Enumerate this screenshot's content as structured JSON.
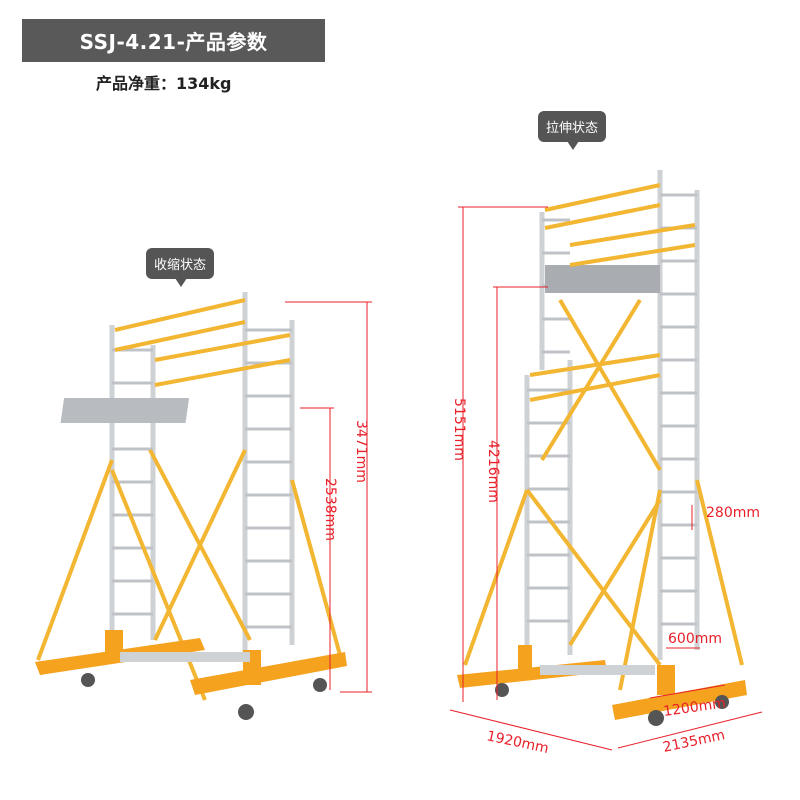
{
  "header": {
    "title": "SSJ-4.21-产品参数",
    "weight": "产品净重：134kg"
  },
  "states": {
    "retracted": "收缩状态",
    "extended": "拉伸状态"
  },
  "dimensions": {
    "retracted_total_height": "3471mm",
    "retracted_platform_height": "2538mm",
    "extended_total_height": "5151mm",
    "extended_platform_height": "4216mm",
    "rung_spacing": "280mm",
    "frame_width": "600mm",
    "platform_width": "1200mm",
    "base_depth": "1920mm",
    "base_width": "2135mm"
  },
  "colors": {
    "frame": "#f5a623",
    "aluminum": "#d8dadc",
    "dimension": "#e8202a",
    "banner": "#595959"
  }
}
